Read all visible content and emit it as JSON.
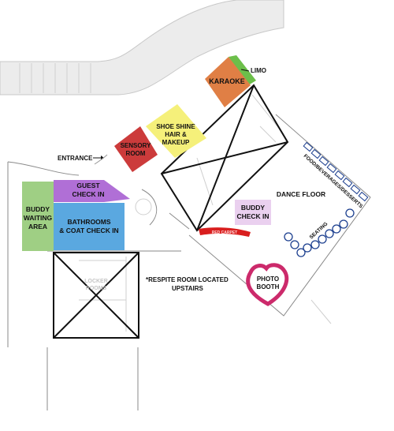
{
  "zones": {
    "karaoke": {
      "label": "KARAOKE",
      "color": "#e07f45"
    },
    "limo": {
      "label": "LIMO",
      "color": "#6cbf4a"
    },
    "shoe_shine": {
      "line1": "SHOE SHINE",
      "line2": "HAIR &",
      "line3": "MAKEUP",
      "color": "#f5f07a"
    },
    "sensory": {
      "line1": "SENSORY",
      "line2": "ROOM",
      "color": "#cc3b3b"
    },
    "entrance": {
      "label": "ENTRANCE"
    },
    "guest_check_in": {
      "line1": "GUEST",
      "line2": "CHECK IN",
      "color": "#b06fd6"
    },
    "buddy_waiting": {
      "line1": "BUDDY",
      "line2": "WAITING",
      "line3": "AREA",
      "color": "#9fcf84"
    },
    "bathrooms": {
      "line1": "BATHROOMS",
      "line2": "& COAT CHECK IN",
      "color": "#5aa8e0"
    },
    "dance_floor": {
      "label": "DANCE FLOOR"
    },
    "buddy_check_in": {
      "line1": "BUDDY",
      "line2": "CHECK IN",
      "color": "#ead0ef"
    },
    "food": {
      "label": "FOOD/BEVERAGES/DESSERTS"
    },
    "seating": {
      "label": "SEATING"
    },
    "red_carpet": {
      "label": "RED CARPET",
      "color": "#d91e1e"
    },
    "photo_booth": {
      "line1": "PHOTO",
      "line2": "BOOTH",
      "color": "#cc2a6b"
    },
    "respite_note": {
      "line1": "*RESPITE ROOM LOCATED",
      "line2": "UPSTAIRS"
    },
    "locker_rooms": {
      "line1": "LOCKER",
      "line2": "ROOMS"
    }
  }
}
